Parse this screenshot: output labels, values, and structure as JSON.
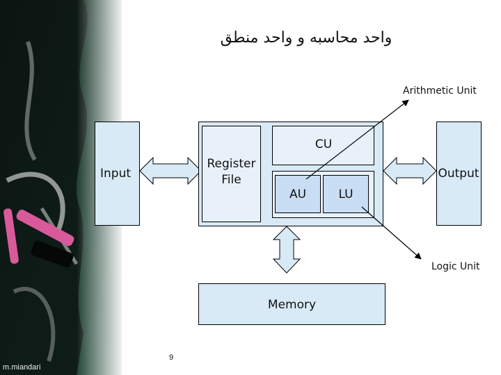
{
  "title": "واحد محاسبه و واحد منطق",
  "labels": {
    "arithmetic_unit": "Arithmetic Unit",
    "logic_unit": "Logic Unit",
    "input": "Input",
    "output": "Output",
    "register_file": "Register\nFile",
    "cu": "CU",
    "au": "AU",
    "lu": "LU",
    "memory": "Memory"
  },
  "footer": {
    "author": "m.miandari",
    "page_number": "9"
  },
  "colors": {
    "box_fill": "#d9eaf7",
    "sidebar_dark": "#0f1714",
    "chalk_pink": "#d95a9b"
  }
}
